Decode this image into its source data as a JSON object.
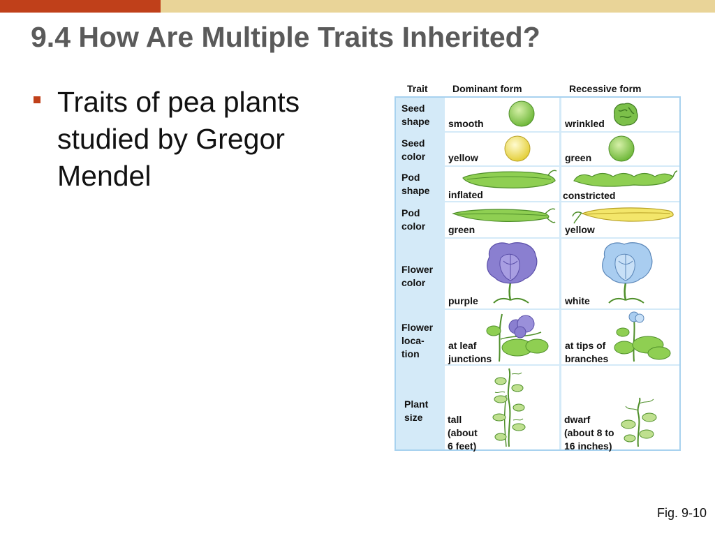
{
  "slide": {
    "title": "9.4 How Are Multiple Traits Inherited?",
    "bullet_lines": [
      "Traits of pea plants",
      "studied by Gregor",
      "Mendel"
    ],
    "figure_label": "Fig. 9-10"
  },
  "table": {
    "headers": {
      "trait": "Trait",
      "dominant": "Dominant form",
      "recessive": "Recessive form"
    },
    "rows": [
      {
        "trait": [
          "Seed",
          "shape"
        ],
        "dominant": [
          "smooth"
        ],
        "recessive": [
          "wrinkled"
        ]
      },
      {
        "trait": [
          "Seed",
          "color"
        ],
        "dominant": [
          "yellow"
        ],
        "recessive": [
          "green"
        ]
      },
      {
        "trait": [
          "Pod",
          "shape"
        ],
        "dominant": [
          "inflated"
        ],
        "recessive": [
          "constricted"
        ]
      },
      {
        "trait": [
          "Pod",
          "color"
        ],
        "dominant": [
          "green"
        ],
        "recessive": [
          "yellow"
        ]
      },
      {
        "trait": [
          "Flower",
          "color"
        ],
        "dominant": [
          "purple"
        ],
        "recessive": [
          "white"
        ]
      },
      {
        "trait": [
          "Flower",
          "loca-",
          "tion"
        ],
        "dominant": [
          "at leaf",
          "junctions"
        ],
        "recessive": [
          "at tips of",
          "branches"
        ]
      },
      {
        "trait": [
          "Plant",
          "size"
        ],
        "dominant": [
          "tall",
          "(about",
          "6 feet)"
        ],
        "recessive": [
          "dwarf",
          "(about 8 to",
          "16 inches)"
        ]
      }
    ]
  },
  "colors": {
    "accent": "#c0401a",
    "bar": "#e9d498",
    "title": "#5a5a5a",
    "grid": "#d4eaf8",
    "pea_green": "#8fcf52",
    "pea_yellow": "#f3e66a",
    "flower_purple": "#8a7fd0",
    "flower_white": "#a9cdf0"
  },
  "icons": [
    "smooth-seed-icon",
    "wrinkled-seed-icon",
    "yellow-seed-icon",
    "green-seed-icon",
    "inflated-pod-icon",
    "constricted-pod-icon",
    "green-pod-icon",
    "yellow-pod-icon",
    "purple-flower-icon",
    "white-flower-icon",
    "axial-flower-plant-icon",
    "terminal-flower-plant-icon",
    "tall-plant-icon",
    "dwarf-plant-icon"
  ]
}
